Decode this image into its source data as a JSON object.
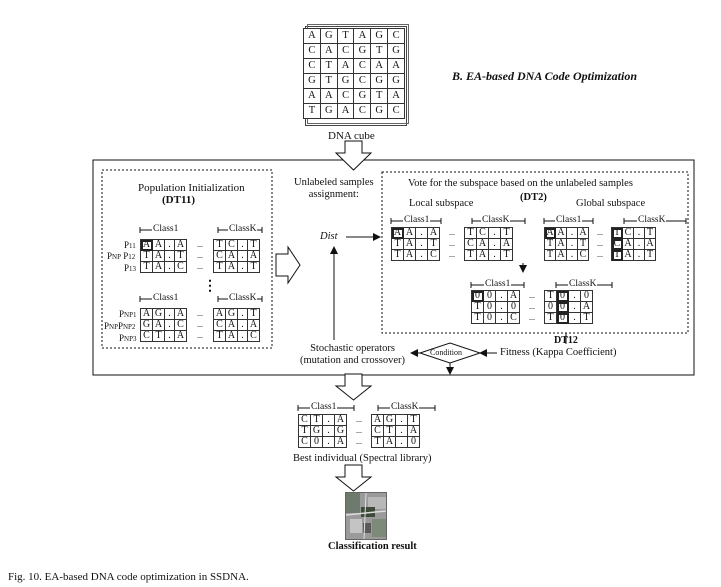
{
  "section_title": "B. EA-based DNA Code Optimization",
  "caption": "Fig. 10.   EA-based DNA code optimization in SSDNA.",
  "cube": {
    "label": "DNA cube",
    "rows": [
      [
        "A",
        "G",
        "T",
        "A",
        "G",
        "C"
      ],
      [
        "C",
        "A",
        "C",
        "G",
        "T",
        "G"
      ],
      [
        "C",
        "T",
        "A",
        "C",
        "A",
        "A"
      ],
      [
        "G",
        "T",
        "G",
        "C",
        "G",
        "G"
      ],
      [
        "A",
        "A",
        "C",
        "G",
        "T",
        "A"
      ],
      [
        "T",
        "G",
        "A",
        "C",
        "G",
        "C"
      ]
    ]
  },
  "population": {
    "title": "Population Initialization",
    "tag": "(DT11)",
    "class_first": "Class1",
    "class_last": "ClassK",
    "ellipsis": "...",
    "vdots": "⋮",
    "top_labels": [
      "P11",
      "PNP P12",
      "P13"
    ],
    "top_rows": [
      [
        "A",
        "A",
        ".",
        "A",
        "...",
        "T",
        "C",
        ".",
        "T"
      ],
      [
        "T",
        "A",
        ".",
        "T",
        "...",
        "C",
        "A",
        ".",
        "A"
      ],
      [
        "T",
        "A",
        ".",
        "C",
        "...",
        "T",
        "A",
        ".",
        "T"
      ]
    ],
    "bottom_labels": [
      "PNP1",
      "PNPPNP2",
      "PNP3"
    ],
    "bottom_rows": [
      [
        "A",
        "G",
        ".",
        "A",
        "...",
        "A",
        "G",
        ".",
        "T"
      ],
      [
        "G",
        "A",
        ".",
        "C",
        "...",
        "C",
        "A",
        ".",
        "A"
      ],
      [
        "C",
        "T",
        ".",
        "A",
        "...",
        "T",
        "A",
        ".",
        "C"
      ]
    ]
  },
  "unlabeled_assignment": "Unlabeled samples\nassignment:",
  "dist_label": "Dist",
  "vote": {
    "title": "Vote for the subspace based on the unlabeled samples",
    "tag": "(DT2)",
    "local_label": "Local subspace",
    "global_label": "Global subspace",
    "local_rows": [
      [
        "A",
        "A",
        ".",
        "A",
        "...",
        "T",
        "C",
        ".",
        "T"
      ],
      [
        "T",
        "A",
        ".",
        "T",
        "...",
        "C",
        "A",
        ".",
        "A"
      ],
      [
        "T",
        "A",
        ".",
        "C",
        "...",
        "T",
        "A",
        ".",
        "T"
      ]
    ],
    "global_rows": [
      [
        "A",
        "A",
        ".",
        "A",
        "...",
        "T",
        "C",
        ".",
        "T"
      ],
      [
        "T",
        "A",
        ".",
        "T",
        "...",
        "C",
        "A",
        ".",
        "A"
      ],
      [
        "T",
        "A",
        ".",
        "C",
        "...",
        "T",
        "A",
        ".",
        "T"
      ]
    ],
    "result_rows": [
      [
        "0",
        "0",
        ".",
        "A",
        "...",
        "T",
        "0",
        ".",
        "0"
      ],
      [
        "T",
        "0",
        ".",
        "0",
        "...",
        "0",
        "0",
        ".",
        "A"
      ],
      [
        "T",
        "0",
        ".",
        "C",
        "...",
        "T",
        "0",
        ".",
        "T"
      ]
    ]
  },
  "dt12": "DT12",
  "condition": "Condition",
  "fitness": "Fitness (Kappa Coefficient)",
  "stochastic": "Stochastic operators\n(mutation and crossover)",
  "best": {
    "label": "Best individual  (Spectral library)",
    "rows": [
      [
        "C",
        "T",
        ".",
        "A",
        "...",
        "A",
        "G",
        ".",
        "T"
      ],
      [
        "T",
        "G",
        ".",
        "G",
        "...",
        "C",
        "T",
        ".",
        "A"
      ],
      [
        "C",
        "0",
        ".",
        "A",
        "...",
        "T",
        "A",
        ".",
        "0"
      ]
    ]
  },
  "classification_label": "Classification result"
}
